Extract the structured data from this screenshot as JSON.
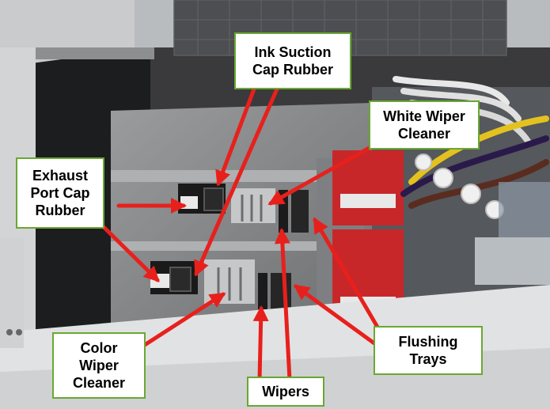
{
  "colors": {
    "arrow": "#e8201c",
    "callout_border": "#6aa832",
    "callout_fill": "#ffffff",
    "printhead_red": "#c8272a",
    "ink_yellow": "#e3c21f"
  },
  "icons": [
    "photo-of-printer-interior",
    "red-pointer-arrow"
  ],
  "labels": {
    "ink_suction": {
      "line1": "Ink Suction",
      "line2": "Cap Rubber"
    },
    "white_wiper": {
      "line1": "White Wiper",
      "line2": "Cleaner"
    },
    "exhaust_port": {
      "line1": "Exhaust",
      "line2": "Port Cap",
      "line3": "Rubber"
    },
    "color_wiper": {
      "line1": "Color",
      "line2": "Wiper",
      "line3": "Cleaner"
    },
    "flushing_trays": {
      "line1": "Flushing",
      "line2": "Trays"
    },
    "wipers": {
      "line1": "Wipers"
    }
  }
}
